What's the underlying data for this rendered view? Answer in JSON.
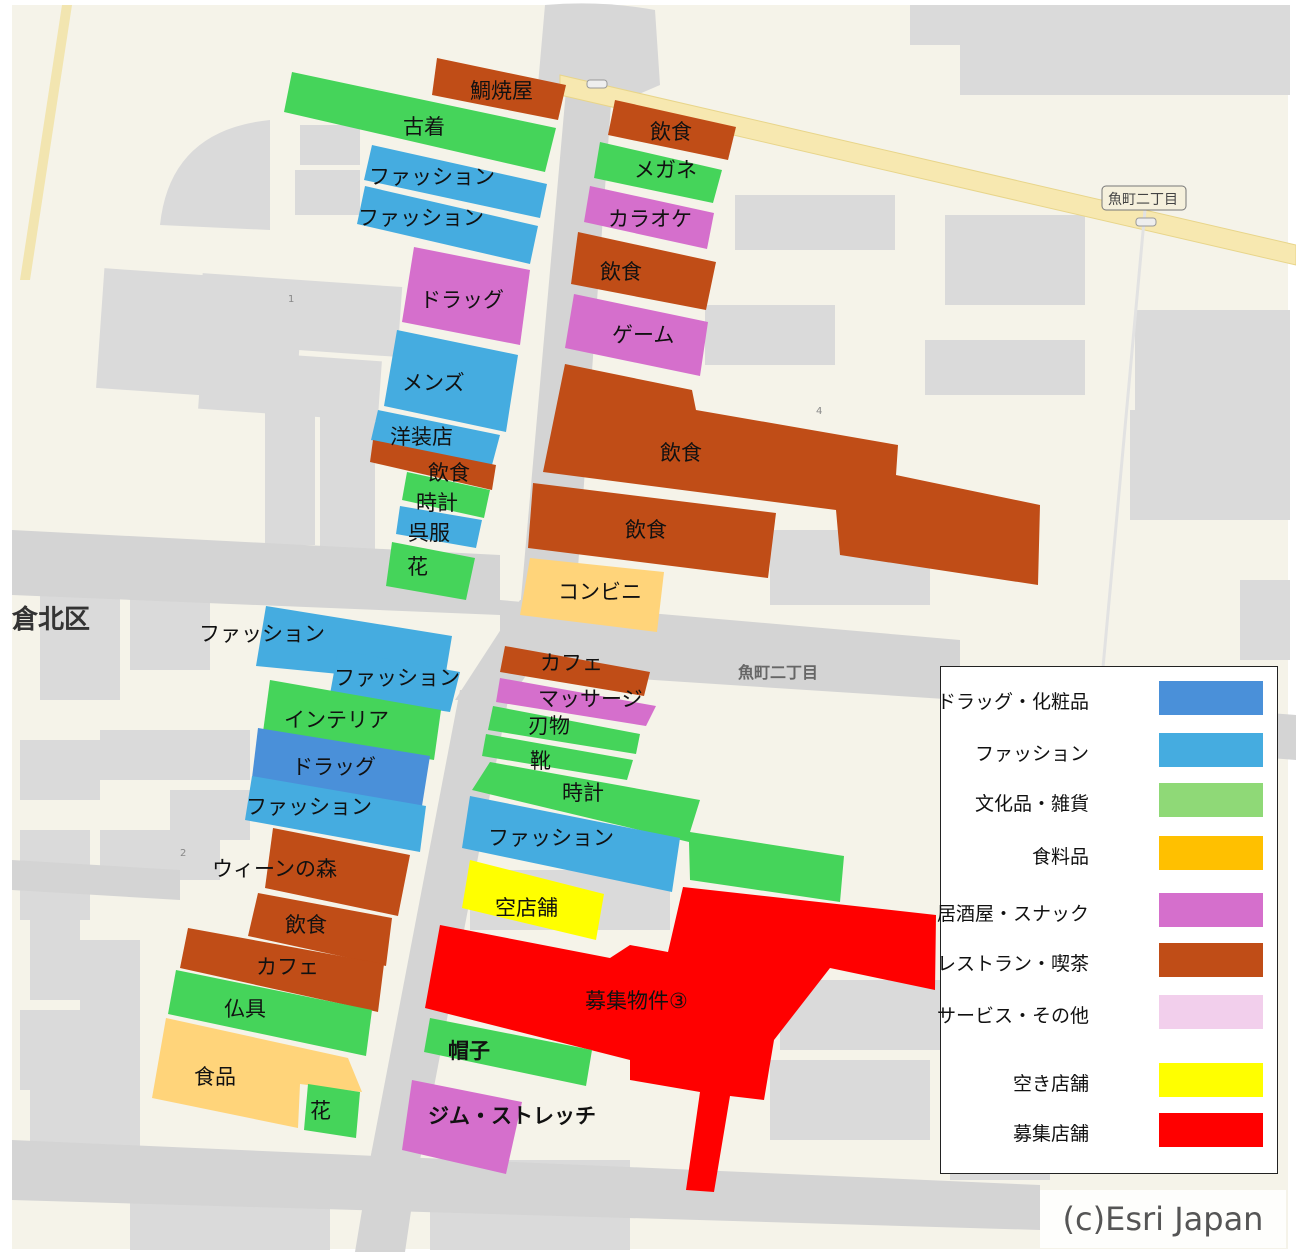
{
  "map": {
    "district_label": "倉北区",
    "street_label": "魚町二丁目",
    "sign_label": "魚町二丁目",
    "lot_numbers": [
      "1",
      "2",
      "4"
    ],
    "attribution": "(c)Esri Japan"
  },
  "colors": {
    "drug_cosmetics": "#4A90D9",
    "fashion": "#45ACE0",
    "culture_goods": "#45D45A",
    "food": "#FFD47A",
    "izakaya_snack": "#D56FCC",
    "restaurant_cafe": "#C04D17",
    "service_other": "#F2CFEC",
    "vacant": "#FFFF00",
    "recruiting": "#FF0000",
    "legend_food": "#FFC000",
    "legend_culture": "#8FD977",
    "legend_drug": "#4A90D9"
  },
  "shops": [
    {
      "label": "鯛焼屋",
      "category": "restaurant_cafe"
    },
    {
      "label": "古着",
      "category": "culture_goods"
    },
    {
      "label": "飲食",
      "category": "restaurant_cafe"
    },
    {
      "label": "メガネ",
      "category": "culture_goods"
    },
    {
      "label": "ファッション",
      "category": "fashion"
    },
    {
      "label": "ファッション",
      "category": "fashion"
    },
    {
      "label": "カラオケ",
      "category": "izakaya_snack"
    },
    {
      "label": "飲食",
      "category": "restaurant_cafe"
    },
    {
      "label": "ドラッグ",
      "category": "izakaya_snack"
    },
    {
      "label": "ゲーム",
      "category": "izakaya_snack"
    },
    {
      "label": "メンズ",
      "category": "fashion"
    },
    {
      "label": "飲食",
      "category": "restaurant_cafe"
    },
    {
      "label": "洋装店",
      "category": "fashion"
    },
    {
      "label": "飲食",
      "category": "restaurant_cafe"
    },
    {
      "label": "時計",
      "category": "culture_goods"
    },
    {
      "label": "飲食",
      "category": "restaurant_cafe"
    },
    {
      "label": "呉服",
      "category": "fashion"
    },
    {
      "label": "花",
      "category": "culture_goods"
    },
    {
      "label": "コンビニ",
      "category": "food"
    },
    {
      "label": "ファッション",
      "category": "fashion"
    },
    {
      "label": "ファッション",
      "category": "fashion"
    },
    {
      "label": "カフェ",
      "category": "restaurant_cafe"
    },
    {
      "label": "マッサージ",
      "category": "izakaya_snack"
    },
    {
      "label": "インテリア",
      "category": "culture_goods"
    },
    {
      "label": "刃物",
      "category": "culture_goods"
    },
    {
      "label": "靴",
      "category": "culture_goods"
    },
    {
      "label": "ドラッグ",
      "category": "drug_cosmetics"
    },
    {
      "label": "時計",
      "category": "culture_goods"
    },
    {
      "label": "ファッション",
      "category": "fashion"
    },
    {
      "label": "ファッション",
      "category": "fashion"
    },
    {
      "label": "ウィーンの森",
      "category": "restaurant_cafe"
    },
    {
      "label": "空店舗",
      "category": "vacant"
    },
    {
      "label": "飲食",
      "category": "restaurant_cafe"
    },
    {
      "label": "カフェ",
      "category": "restaurant_cafe"
    },
    {
      "label": "募集物件③",
      "category": "recruiting"
    },
    {
      "label": "仏具",
      "category": "culture_goods"
    },
    {
      "label": "帽子",
      "category": "culture_goods"
    },
    {
      "label": "食品",
      "category": "food"
    },
    {
      "label": "花",
      "category": "culture_goods"
    },
    {
      "label": "ジム・ストレッチ",
      "category": "izakaya_snack"
    }
  ],
  "legend": [
    {
      "label": "ドラッグ・化粧品",
      "color": "#4A90D9"
    },
    {
      "label": "ファッション",
      "color": "#45ACE0"
    },
    {
      "label": "文化品・雑貨",
      "color": "#8FD977"
    },
    {
      "label": "食料品",
      "color": "#FFC000"
    },
    {
      "label": "居酒屋・スナック",
      "color": "#D56FCC"
    },
    {
      "label": "レストラン・喫茶",
      "color": "#C04D17"
    },
    {
      "label": "サービス・その他",
      "color": "#F2CFEC"
    },
    {
      "label": "空き店舗",
      "color": "#FFFF00"
    },
    {
      "label": "募集店舗",
      "color": "#FF0000"
    }
  ]
}
